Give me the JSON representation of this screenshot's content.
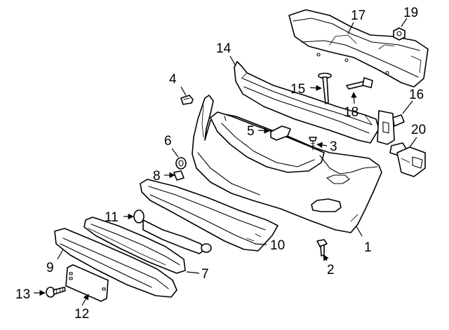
{
  "callouts": {
    "c1": "1",
    "c2": "2",
    "c3": "3",
    "c4": "4",
    "c5": "5",
    "c6": "6",
    "c7": "7",
    "c8": "8",
    "c9": "9",
    "c10": "10",
    "c11": "11",
    "c12": "12",
    "c13": "13",
    "c14": "14",
    "c15": "15",
    "c16": "16",
    "c17": "17",
    "c18": "18",
    "c19": "19",
    "c20": "20"
  },
  "colors": {
    "line": "#000000",
    "background": "#ffffff",
    "shading": "#dcdcdc"
  }
}
